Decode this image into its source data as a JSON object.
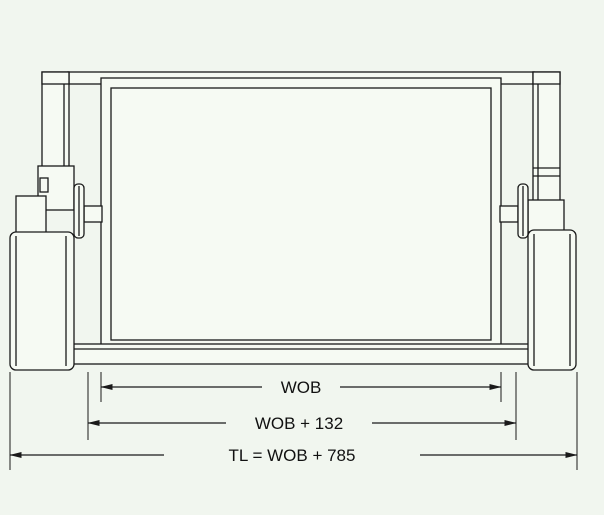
{
  "colors": {
    "background": "#f1f6ef",
    "line": "#1a1a1a",
    "part_fill": "#f6faf3"
  },
  "dimensions": {
    "wob": "WOB",
    "wob_plus": "WOB + 132",
    "total_length": "TL = WOB + 785"
  }
}
